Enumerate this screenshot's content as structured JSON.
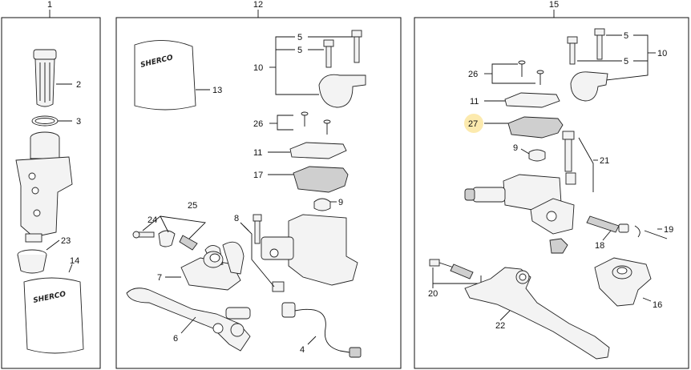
{
  "groups": [
    {
      "id": "g1",
      "label": "1"
    },
    {
      "id": "g12",
      "label": "12"
    },
    {
      "id": "g15",
      "label": "15"
    }
  ],
  "callouts": {
    "c1_2": "2",
    "c1_3": "3",
    "c1_23": "23",
    "c1_14": "14",
    "c12_13": "13",
    "c12_5a": "5",
    "c12_5b": "5",
    "c12_10": "10",
    "c12_26": "26",
    "c12_11": "11",
    "c12_17": "17",
    "c12_9": "9",
    "c12_24": "24",
    "c12_25": "25",
    "c12_8": "8",
    "c12_7": "7",
    "c12_6": "6",
    "c12_4": "4",
    "c15_5a": "5",
    "c15_5b": "5",
    "c15_10": "10",
    "c15_26": "26",
    "c15_11": "11",
    "c15_27": "27",
    "c15_9": "9",
    "c15_21": "21",
    "c15_19": "19",
    "c15_18": "18",
    "c15_20": "20",
    "c15_16": "16",
    "c15_22": "22"
  },
  "logo_text": "SHERCO",
  "highlight_color": "#fbe6a0"
}
